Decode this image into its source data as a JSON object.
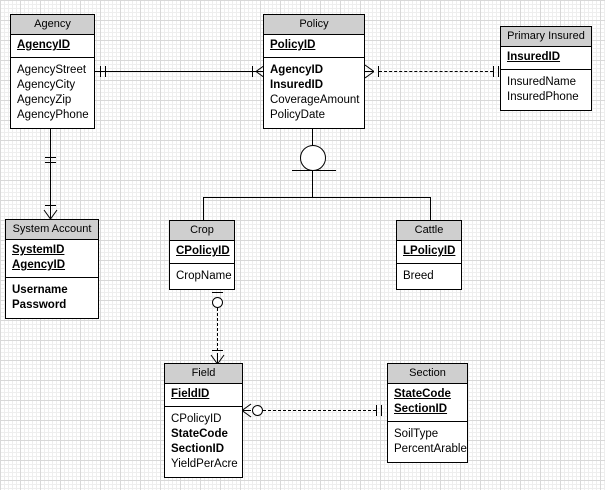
{
  "diagram": {
    "type": "entity-relationship-diagram",
    "notation": "crow's foot (IE)",
    "background": "#ffffff",
    "grid_color": "#d8d8d8",
    "header_fill": "#cfcfcf",
    "line_color": "#000000"
  },
  "entities": {
    "agency": {
      "title": "Agency",
      "keys": [
        "AgencyID"
      ],
      "attributes": [
        "AgencyStreet",
        "AgencyCity",
        "AgencyZip",
        "AgencyPhone"
      ]
    },
    "policy": {
      "title": "Policy",
      "keys": [
        "PolicyID"
      ],
      "attributes": [
        "AgencyID",
        "InsuredID",
        "CoverageAmount",
        "PolicyDate"
      ]
    },
    "primary_insured": {
      "title": "Primary Insured",
      "keys": [
        "InsuredID"
      ],
      "attributes": [
        "InsuredName",
        "InsuredPhone"
      ]
    },
    "system_account": {
      "title": "System Account",
      "keys": [
        "SystemID",
        "AgencyID"
      ],
      "attributes": [
        "Username",
        "Password"
      ]
    },
    "crop": {
      "title": "Crop",
      "keys": [
        "CPolicyID"
      ],
      "attributes": [
        "CropName"
      ]
    },
    "cattle": {
      "title": "Cattle",
      "keys": [
        "LPolicyID"
      ],
      "attributes": [
        "Breed"
      ]
    },
    "field": {
      "title": "Field",
      "keys": [
        "FieldID"
      ],
      "attributes": [
        "CPolicyID",
        "StateCode",
        "SectionID",
        "YieldPerAcre"
      ]
    },
    "section": {
      "title": "Section",
      "keys": [
        "StateCode",
        "SectionID"
      ],
      "attributes": [
        "SoilType",
        "PercentArable"
      ]
    }
  },
  "relationships": [
    {
      "name": "agency-policy",
      "from": "agency",
      "to": "policy",
      "line": "solid",
      "from_cardinality": "one-and-only-one",
      "to_cardinality": "one-or-many"
    },
    {
      "name": "policy-primary-insured",
      "from": "policy",
      "to": "primary_insured",
      "line": "dashed",
      "from_cardinality": "one-or-many",
      "to_cardinality": "one-and-only-one"
    },
    {
      "name": "agency-system-account",
      "from": "agency",
      "to": "system_account",
      "line": "solid",
      "from_cardinality": "one-and-only-one",
      "to_cardinality": "one-or-many"
    },
    {
      "name": "policy-subtypes",
      "from": "policy",
      "to": "crop, cattle",
      "line": "solid",
      "symbol": "supertype-subtype-circle"
    },
    {
      "name": "crop-field",
      "from": "crop",
      "to": "field",
      "line": "dashed",
      "from_cardinality": "zero-or-one",
      "to_cardinality": "one-or-many"
    },
    {
      "name": "field-section",
      "from": "field",
      "to": "section",
      "line": "dashed",
      "from_cardinality": "zero-or-many",
      "to_cardinality": "one-and-only-one"
    }
  ]
}
